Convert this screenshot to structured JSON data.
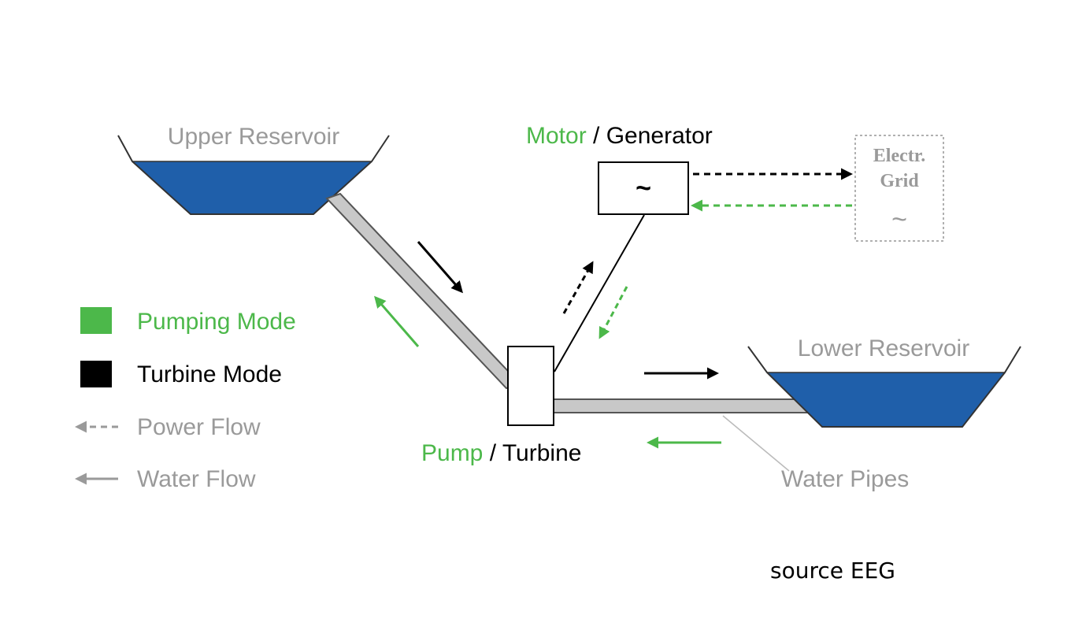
{
  "colors": {
    "green": "#4cb84a",
    "black": "#000000",
    "gray_text": "#9a9a9a",
    "water": "#1f5faa",
    "pipe": "#c8c8c8",
    "pipe_border": "#555555",
    "grid_border": "#b0b0b0"
  },
  "labels": {
    "upper_reservoir": "Upper Reservoir",
    "lower_reservoir": "Lower Reservoir",
    "motor": "Motor",
    "slash1": " / ",
    "generator": "Generator",
    "pump": "Pump",
    "slash2": " / ",
    "turbine": "Turbine",
    "generator_symbol": "~",
    "grid_line1": "Electr.",
    "grid_line2": "Grid",
    "grid_symbol": "~",
    "water_pipes": "Water Pipes",
    "source": "source EEG"
  },
  "legend": {
    "pumping_mode": "Pumping Mode",
    "turbine_mode": "Turbine Mode",
    "power_flow": "Power Flow",
    "water_flow": "Water Flow"
  }
}
